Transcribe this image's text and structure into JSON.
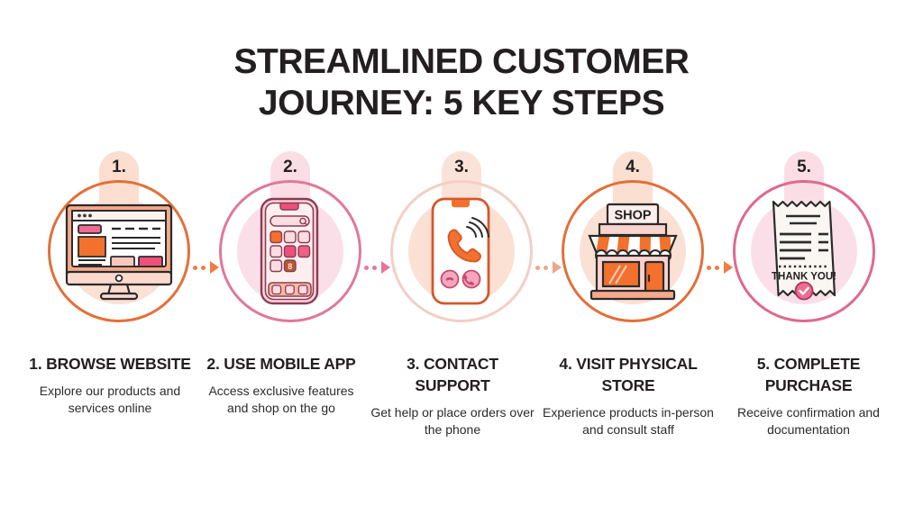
{
  "title": {
    "line1": "STREAMLINED CUSTOMER",
    "line2": "JOURNEY: 5 KEY STEPS"
  },
  "colors": {
    "orange": "#e2703a",
    "orange_bright": "#f2712c",
    "pink": "#de6a8e",
    "pink_bright": "#ec4f7c",
    "pale_pink": "#f7d4d8",
    "pale_peach": "#fbe0d2",
    "pale_rose": "#fbe3ea",
    "text_dark": "#231f20",
    "arrow_orange": "#ef7b45",
    "arrow_pink": "#e8749a"
  },
  "steps": [
    {
      "number": "1.",
      "icon": "desktop-monitor-icon",
      "ring_color": "#e2703a",
      "badge_color": "#fbded0",
      "blob_color": "#fbe0d4",
      "arrow_color": "#ef7b45",
      "heading": "1. BROWSE WEBSITE",
      "description": "Explore our products and services online"
    },
    {
      "number": "2.",
      "icon": "mobile-phone-apps-icon",
      "ring_color": "#e0799a",
      "badge_color": "#fbdde6",
      "blob_color": "#fbdfe8",
      "arrow_color": "#e8749a",
      "heading": "2. USE MOBILE APP",
      "description": "Access exclusive features and shop on the go"
    },
    {
      "number": "3.",
      "icon": "phone-call-support-icon",
      "ring_color": "#f2cfc6",
      "badge_color": "#fbe2d9",
      "blob_color": "#fbe0d4",
      "arrow_color": "#f0a58a",
      "heading": "3. CONTACT SUPPORT",
      "description": "Get help or place orders over the phone"
    },
    {
      "number": "4.",
      "icon": "shop-storefront-icon",
      "ring_color": "#e2703a",
      "badge_color": "#fbe0d2",
      "blob_color": "#fbe0d4",
      "arrow_color": "#ef7b45",
      "heading": "4. VISIT PHYSICAL STORE",
      "description": "Experience products in-person and consult staff"
    },
    {
      "number": "5.",
      "icon": "receipt-thank-you-icon",
      "ring_color": "#de6a8e",
      "badge_color": "#fbdde6",
      "blob_color": "#fbdfe8",
      "arrow_color": "#e8749a",
      "heading": "5. COMPLETE PURCHASE",
      "description": "Receive confirmation and documentation"
    }
  ],
  "icon_labels": {
    "shop_sign": "SHOP",
    "receipt_thanks": "THANK YOU!"
  }
}
